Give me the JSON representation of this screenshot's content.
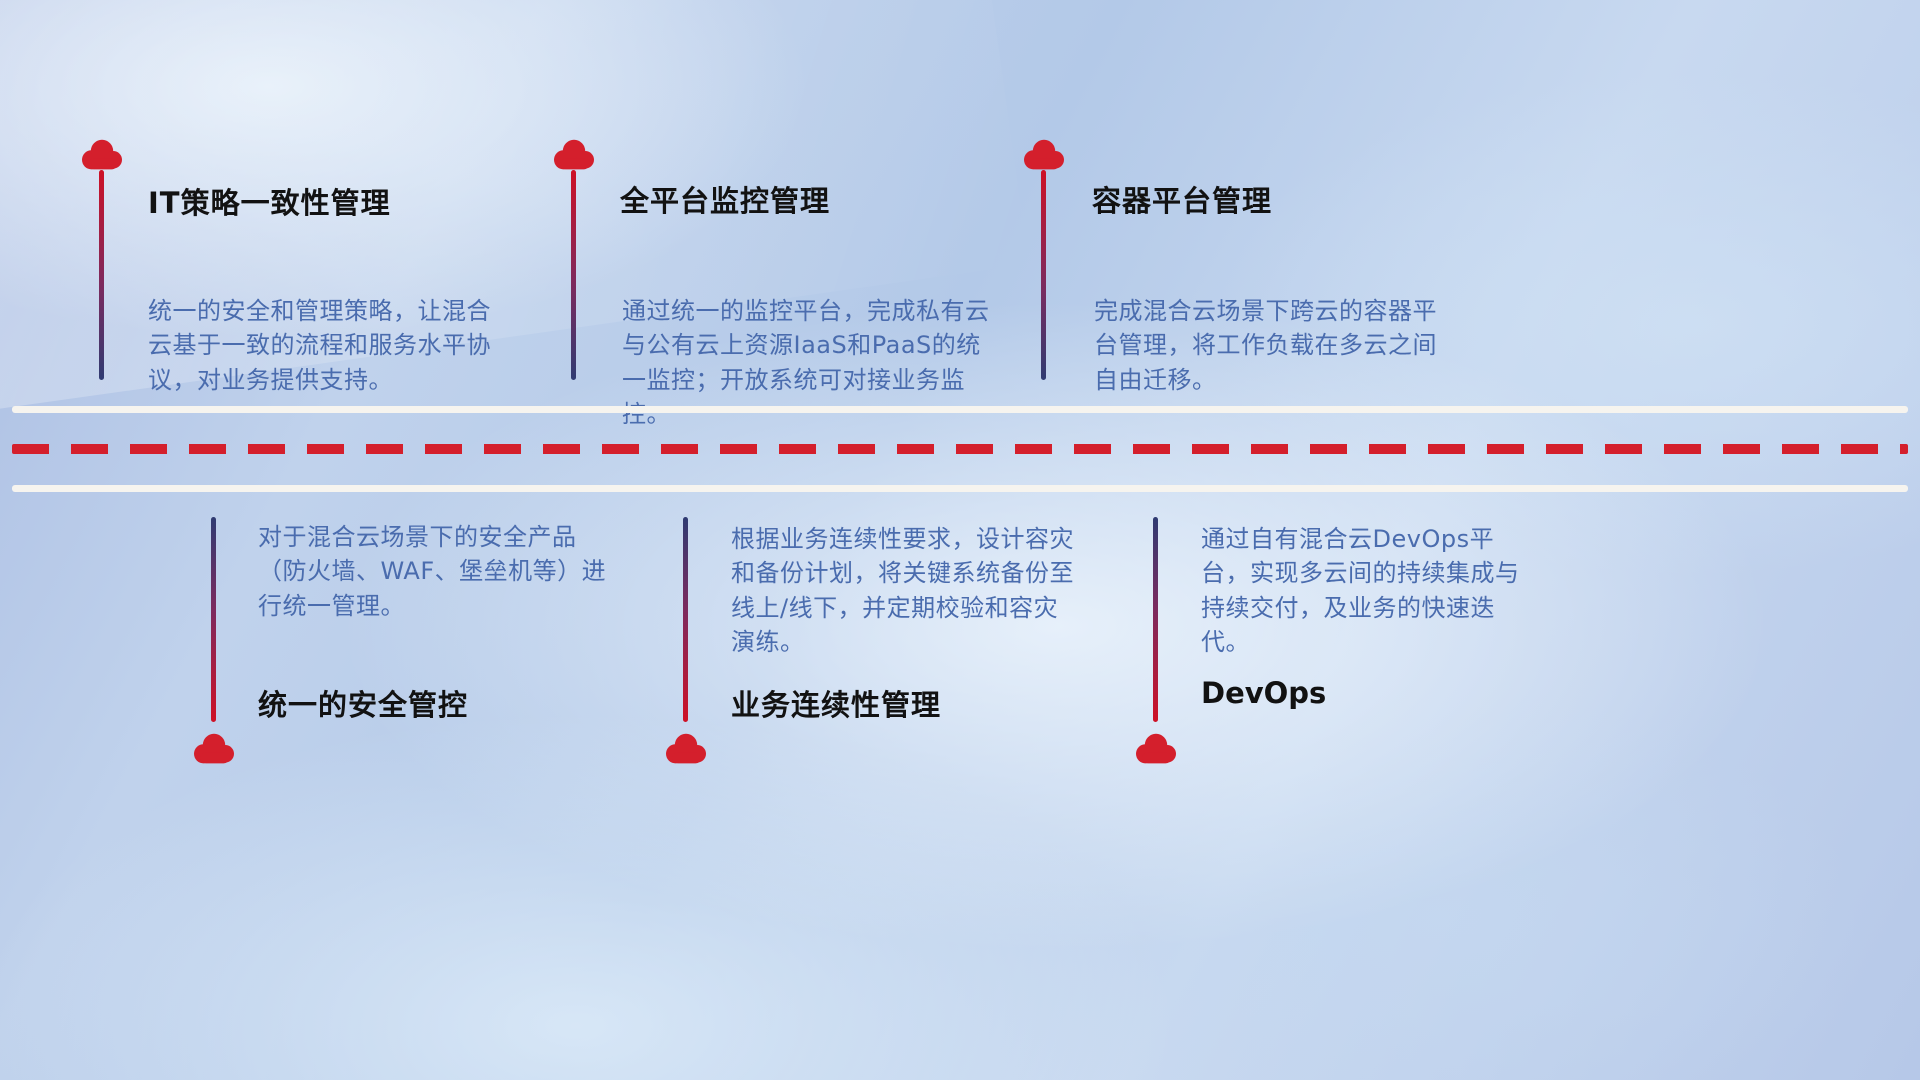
{
  "top_items": [
    {
      "title": "IT策略一致性管理",
      "description": "统一的安全和管理策略，让混合云基于一致的流程和服务水平协议，对业务提供支持。"
    },
    {
      "title": "全平台监控管理",
      "description": "通过统一的监控平台，完成私有云与公有云上资源IaaS和PaaS的统一监控；开放系统可对接业务监控。"
    },
    {
      "title": "容器平台管理",
      "description": "完成混合云场景下跨云的容器平台管理，将工作负载在多云之间自由迁移。"
    }
  ],
  "bottom_items": [
    {
      "title": "统一的安全管控",
      "description": "对于混合云场景下的安全产品（防火墙、WAF、堡垒机等）进行统一管理。"
    },
    {
      "title": "业务连续性管理",
      "description": "根据业务连续性要求，设计容灾和备份计划，将关键系统备份至线上/线下，并定期校验和容灾演练。"
    },
    {
      "title": "DevOps",
      "description": "通过自有混合云DevOps平台，实现多云间的持续集成与持续交付，及业务的快速迭代。"
    }
  ],
  "colors": {
    "cloud_red": "#d41f2c",
    "connector_dark_blue": "#2f3b72",
    "description_blue": "#4a6cae",
    "dashed_line_red": "#d41f2c",
    "road_edge_white": "#f6f4ef"
  }
}
